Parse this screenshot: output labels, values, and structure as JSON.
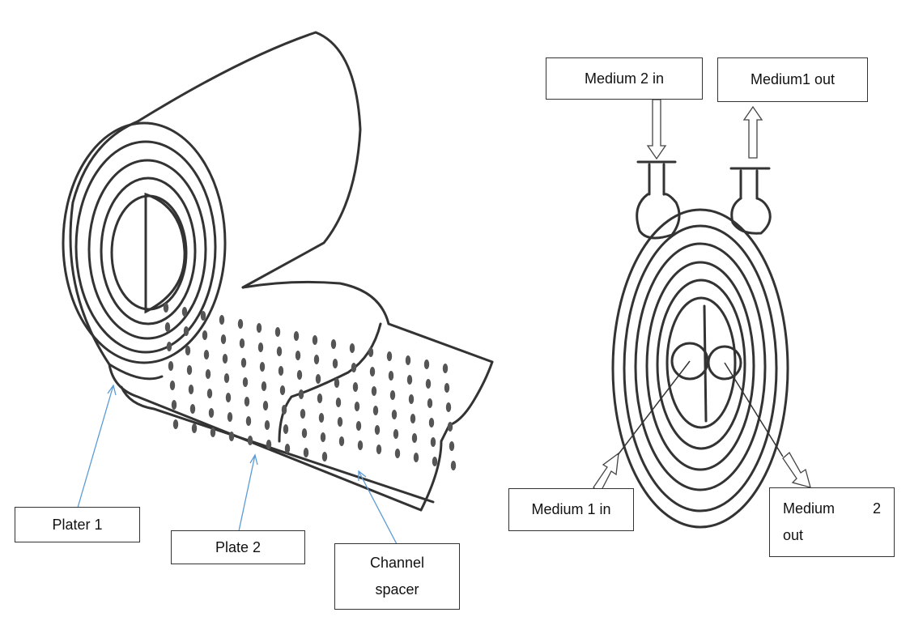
{
  "left_diagram": {
    "labels": {
      "plate1": "Plater 1",
      "plate2": "Plate 2",
      "spacer_line1": "Channel",
      "spacer_line2": "spacer"
    }
  },
  "right_diagram": {
    "labels": {
      "m2_in": "Medium 2 in",
      "m1_out": "Medium1 out",
      "m1_in": "Medium 1 in",
      "m2_out_word": "Medium",
      "m2_out_num": "2",
      "m2_out_line2": "out"
    }
  },
  "colors": {
    "leader_line": "#5b9bd5",
    "outline": "#333333",
    "box_border": "#333333"
  }
}
